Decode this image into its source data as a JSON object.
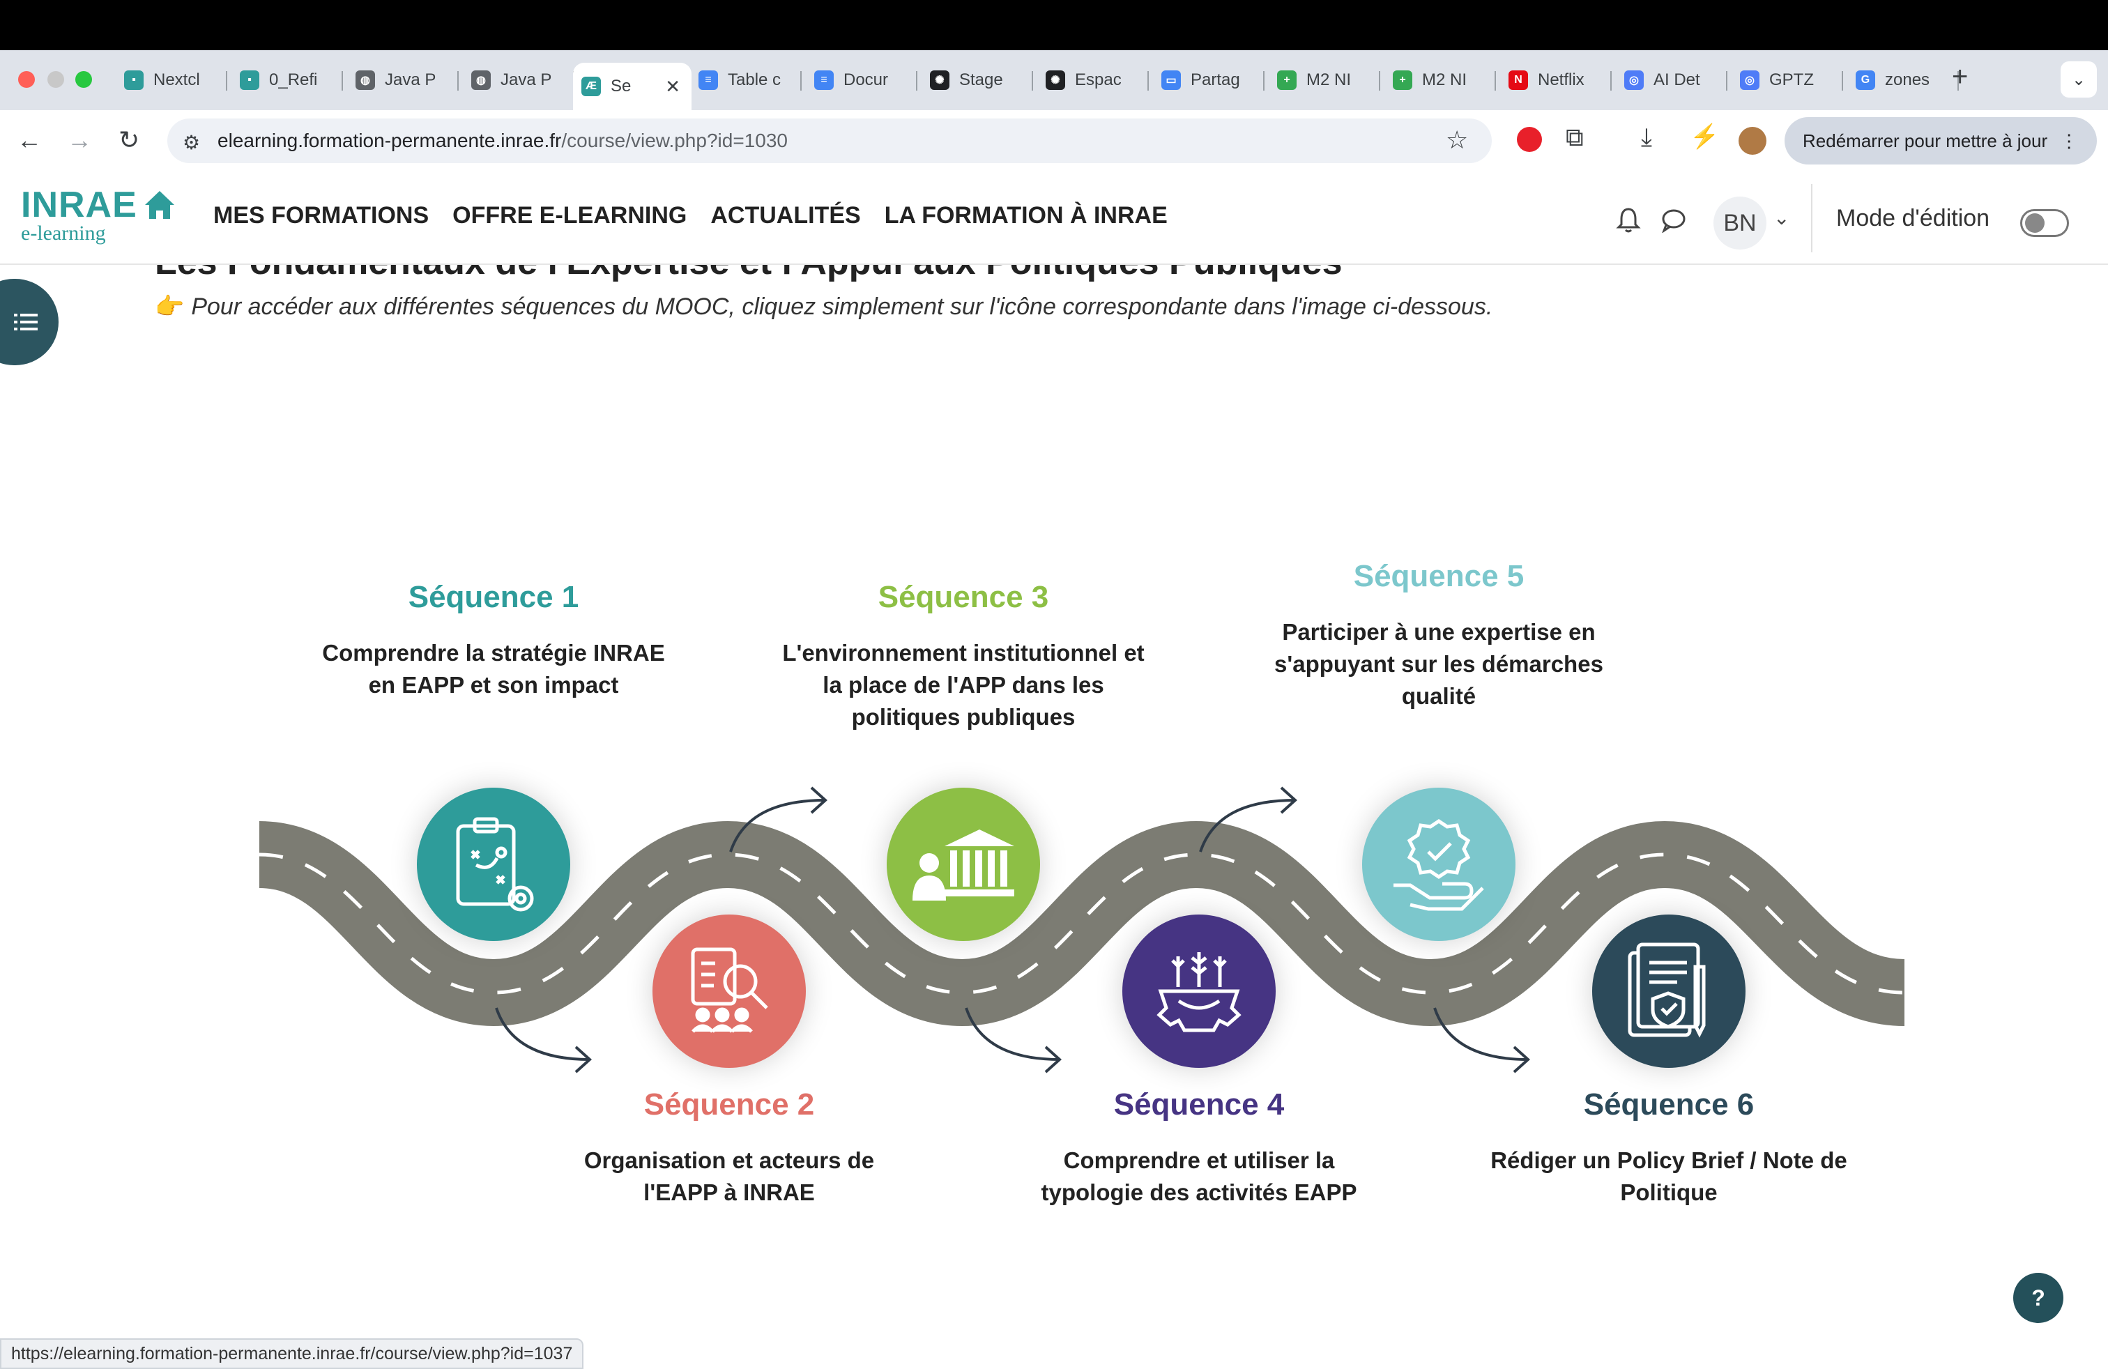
{
  "browser": {
    "tabs": [
      {
        "label": "Nextcl",
        "icon": "inrae-favicon",
        "color": "#2e9c9a"
      },
      {
        "label": "0_Refi",
        "icon": "inrae-favicon",
        "color": "#2e9c9a"
      },
      {
        "label": "Java P",
        "icon": "globe-icon",
        "color": "#5f6368"
      },
      {
        "label": "Java P",
        "icon": "globe-icon",
        "color": "#5f6368"
      },
      {
        "label": "Se",
        "icon": "ae-favicon",
        "color": "#2e9c9a",
        "active": true
      },
      {
        "label": "Table c",
        "icon": "docs-icon",
        "color": "#4285f4"
      },
      {
        "label": "Docur",
        "icon": "docs-icon",
        "color": "#4285f4"
      },
      {
        "label": "Stage",
        "icon": "openai-icon",
        "color": "#202124"
      },
      {
        "label": "Espac",
        "icon": "openai-icon",
        "color": "#202124"
      },
      {
        "label": "Partag",
        "icon": "slides-icon",
        "color": "#4285f4"
      },
      {
        "label": "M2 NI",
        "icon": "sheets-icon",
        "color": "#34a853"
      },
      {
        "label": "M2 NI",
        "icon": "sheets-icon",
        "color": "#34a853"
      },
      {
        "label": "Netflix",
        "icon": "netflix-icon",
        "color": "#e50914"
      },
      {
        "label": "AI Det",
        "icon": "gptzero-icon",
        "color": "#4f7cf7"
      },
      {
        "label": "GPTZ",
        "icon": "gptzero-icon",
        "color": "#4f7cf7"
      },
      {
        "label": "zones",
        "icon": "google-icon",
        "color": "#4285f4"
      }
    ],
    "new_tab": "+",
    "close_glyph": "✕",
    "url_host": "elearning.formation-permanente.inrae.fr",
    "url_path": "/course/view.php?id=1030",
    "restart_label": "Redémarrer pour mettre à jour",
    "status_url": "https://elearning.formation-permanente.inrae.fr/course/view.php?id=1037"
  },
  "site": {
    "logo": "INRAE",
    "logo_sub": "e-learning",
    "nav": [
      "MES FORMATIONS",
      "OFFRE E-LEARNING",
      "ACTUALITÉS",
      "LA FORMATION À INRAE"
    ],
    "user_initials": "BN",
    "edit_mode_label": "Mode d'édition",
    "edit_mode_on": false,
    "help_label": "?"
  },
  "content": {
    "heading_clipped": "Les Fondamentaux de l'Expertise et l'Appui aux Politiques Publiques",
    "instruction_emoji": "👉",
    "instruction": "Pour accéder aux différentes séquences du MOOC, cliquez simplement sur l'icône correspondante dans l'image ci-dessous."
  },
  "sequences": [
    {
      "title": "Séquence 1",
      "desc": "Comprendre la stratégie INRAE en EAPP et son impact",
      "color": "#2e9c9a",
      "icon": "strategy-clipboard-icon"
    },
    {
      "title": "Séquence 2",
      "desc": "Organisation et acteurs de l'EAPP à INRAE",
      "color": "#e07068",
      "icon": "team-search-icon"
    },
    {
      "title": "Séquence 3",
      "desc": "L'environnement institutionnel et la place de l'APP dans les politiques publiques",
      "color": "#8dbf45",
      "icon": "institution-icon"
    },
    {
      "title": "Séquence 4",
      "desc": "Comprendre et utiliser la typologie des activités EAPP",
      "color": "#463483",
      "icon": "agriculture-gear-icon"
    },
    {
      "title": "Séquence 5",
      "desc": "Participer à une expertise en s'appuyant sur les démarches qualité",
      "color": "#7cc7cc",
      "icon": "quality-badge-icon"
    },
    {
      "title": "Séquence 6",
      "desc": "Rédiger un Policy Brief / Note de Politique",
      "color": "#2c4a5a",
      "icon": "policy-document-icon"
    }
  ]
}
